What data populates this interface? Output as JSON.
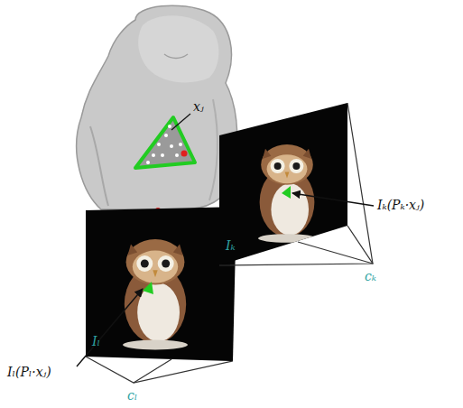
{
  "diagram": {
    "labels": [
      "xⱼ",
      "Iₖ(Pₖ·xⱼ)",
      "Iₖ",
      "cₖ",
      "Iₗ",
      "Iₗ(Pₗ·xⱼ)",
      "cₗ"
    ]
  }
}
